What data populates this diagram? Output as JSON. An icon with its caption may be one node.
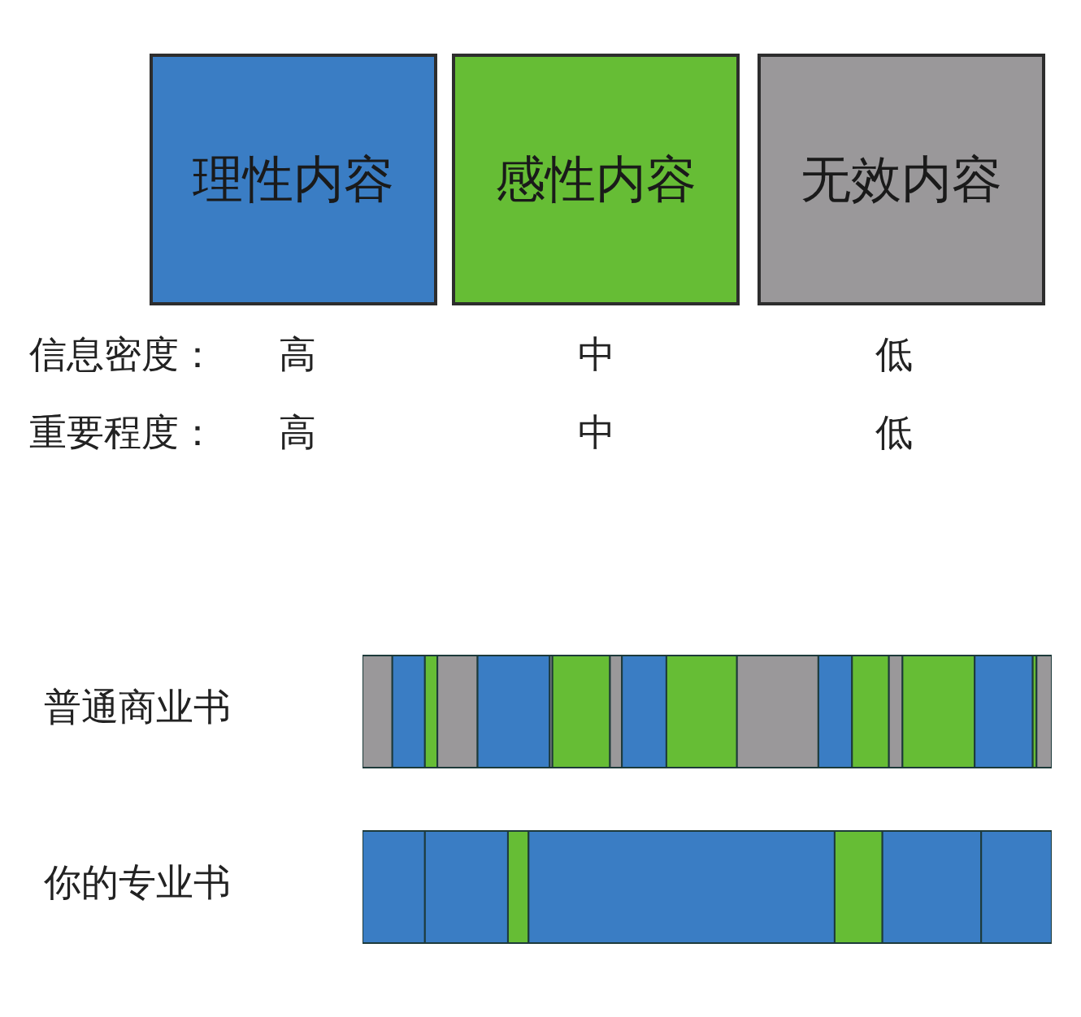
{
  "diagram": {
    "nodes": [
      {
        "text": [
          "理性内容"
        ]
      },
      {
        "text": [
          "感性内容"
        ]
      },
      {
        "text": [
          "无效内容"
        ]
      }
    ],
    "labels": [
      "信息密度：",
      "高",
      "中",
      "低",
      "重要程度：",
      "高",
      "中",
      "低",
      "普通商业书",
      "你的专业书"
    ]
  }
}
